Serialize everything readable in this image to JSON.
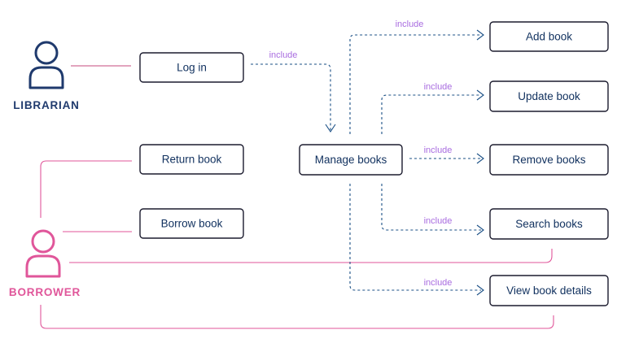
{
  "actors": {
    "librarian": {
      "label": "LIBRARIAN",
      "color": "#1f3a6d"
    },
    "borrower": {
      "label": "BORROWER",
      "color": "#e0569a"
    }
  },
  "use_cases": {
    "log_in": "Log in",
    "manage_books": "Manage books",
    "return_book": "Return book",
    "borrow_book": "Borrow book",
    "add_book": "Add book",
    "update_book": "Update book",
    "remove_books": "Remove books",
    "search_books": "Search books",
    "view_book_details": "View book details"
  },
  "relations": {
    "include_label": "include"
  },
  "colors": {
    "box_border": "#1b1b2e",
    "box_text": "#10305e",
    "include_text": "#a96de0",
    "dependency_line": "#1a4f85",
    "borrower_line": "#e0569a",
    "librarian_line": "#c4497e"
  }
}
